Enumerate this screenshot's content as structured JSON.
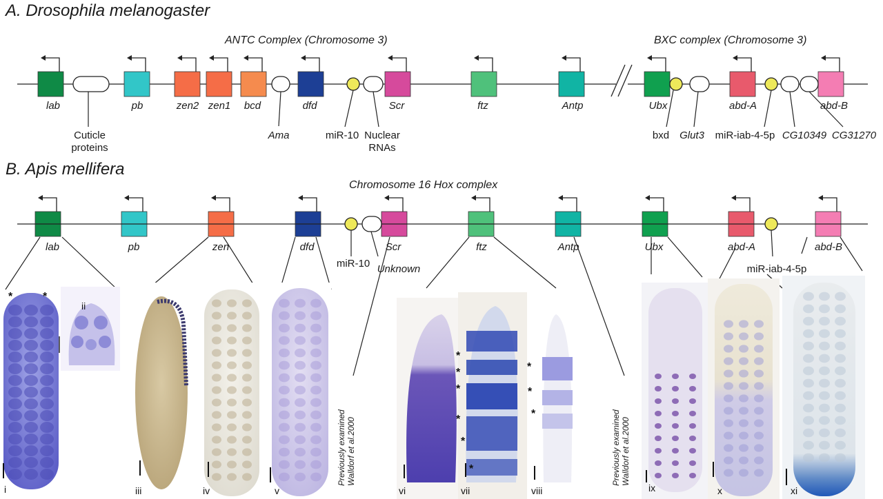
{
  "section_a": {
    "title": "A. Drosophila melanogaster",
    "antc_label": "ANTC Complex (Chromosome 3)",
    "bxc_label": "BXC  complex (Chromosome 3)",
    "genes": [
      {
        "id": "lab",
        "label": "lab",
        "color": "#0f8a46"
      },
      {
        "id": "pb",
        "label": "pb",
        "color": "#32c6c8"
      },
      {
        "id": "zen2",
        "label": "zen2",
        "color": "#f56d47"
      },
      {
        "id": "zen1",
        "label": "zen1",
        "color": "#f56d47"
      },
      {
        "id": "bcd",
        "label": "bcd",
        "color": "#f58b4e"
      },
      {
        "id": "dfd",
        "label": "dfd",
        "color": "#1d3f95"
      },
      {
        "id": "scr",
        "label": "Scr",
        "color": "#d64a9c"
      },
      {
        "id": "ftz",
        "label": "ftz",
        "color": "#4fc17b"
      },
      {
        "id": "antp",
        "label": "Antp",
        "color": "#11b4a4"
      },
      {
        "id": "ubx",
        "label": "Ubx",
        "color": "#10a04f"
      },
      {
        "id": "abda",
        "label": "abd-A",
        "color": "#e85a6c"
      },
      {
        "id": "abdb",
        "label": "abd-B",
        "color": "#f47db3"
      }
    ],
    "non_hox": {
      "cuticle": [
        "Cuticle",
        "proteins"
      ],
      "ama": "Ama",
      "mir10": "miR-10",
      "nuclear": [
        "Nuclear",
        "RNAs"
      ],
      "bxd": "bxd",
      "glut3": "Glut3",
      "miriab": "miR-iab-4-5p",
      "cg10349": "CG10349",
      "cg31270": "CG31270"
    }
  },
  "section_b": {
    "title": "B. Apis mellifera",
    "complex_label": "Chromosome 16 Hox complex",
    "genes": [
      {
        "id": "lab",
        "label": "lab",
        "color": "#0f8a46"
      },
      {
        "id": "pb",
        "label": "pb",
        "color": "#32c6c8"
      },
      {
        "id": "zen",
        "label": "zen",
        "color": "#f56d47"
      },
      {
        "id": "dfd",
        "label": "dfd",
        "color": "#1d3f95"
      },
      {
        "id": "scr",
        "label": "Scr",
        "color": "#d64a9c"
      },
      {
        "id": "ftz",
        "label": "ftz",
        "color": "#4fc17b"
      },
      {
        "id": "antp",
        "label": "Antp",
        "color": "#11b4a4"
      },
      {
        "id": "ubx",
        "label": "Ubx",
        "color": "#10a04f"
      },
      {
        "id": "abda",
        "label": "abd-A",
        "color": "#e85a6c"
      },
      {
        "id": "abdb",
        "label": "abd-B",
        "color": "#f47db3"
      }
    ],
    "non_hox": {
      "mir10": "miR-10",
      "unknown": "Unknown",
      "miriab": "miR-iab-4-5p"
    },
    "note_scr": [
      "Previously examined",
      "Walldorf et al.2000"
    ],
    "note_antp": [
      "Previously examined",
      "Walldorf et al.2000"
    ],
    "panels": [
      "i",
      "ii",
      "iii",
      "iv",
      "v",
      "vi",
      "vii",
      "viii",
      "ix",
      "x",
      "xi"
    ],
    "star": "*"
  },
  "colors": {
    "mirna_fill": "#eee95a",
    "staining_purple": "#5b5dc4",
    "staining_dark_blue": "#2436a8",
    "embryo_tan": "#c8b48a"
  }
}
